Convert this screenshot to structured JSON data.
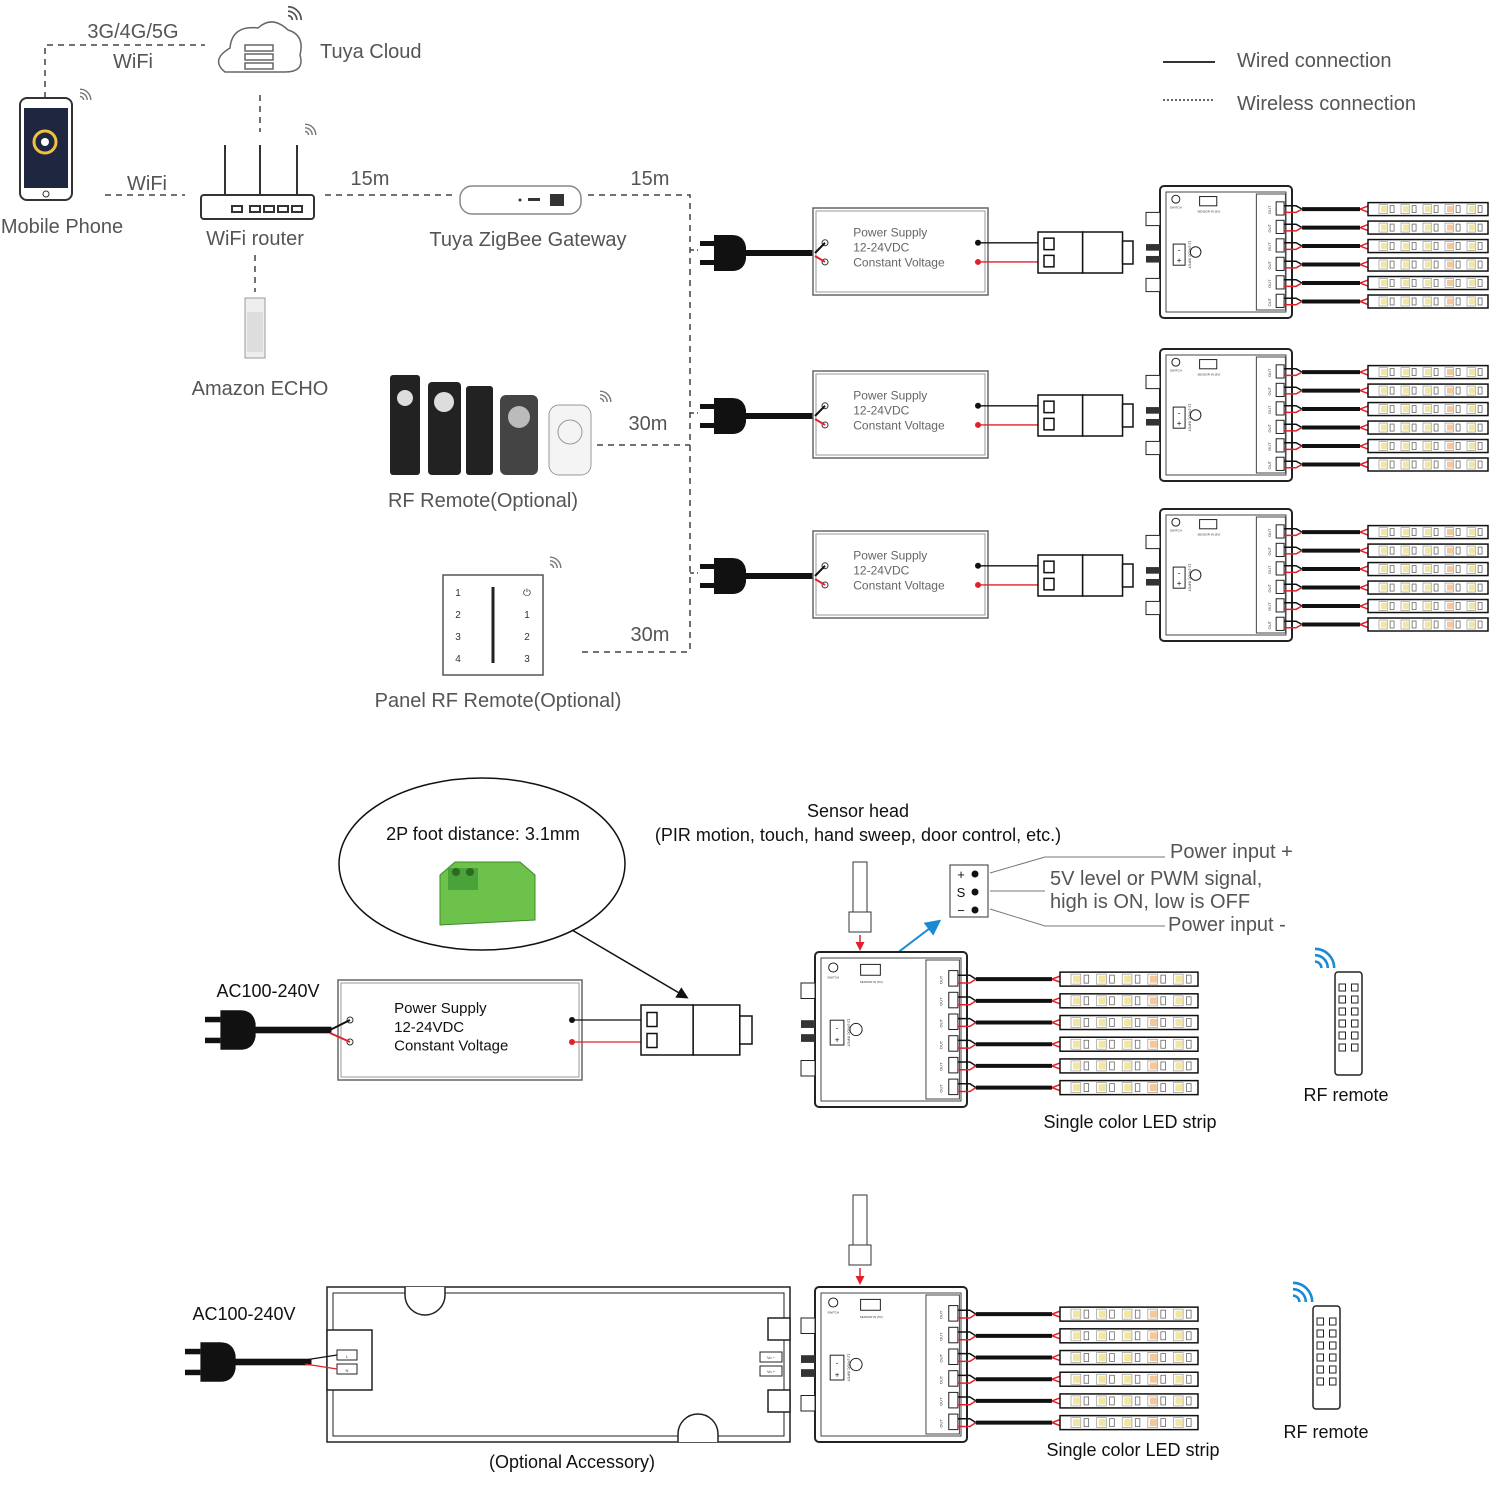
{
  "legend": {
    "wired": "Wired connection",
    "wireless": "Wireless connection"
  },
  "network": {
    "mobile_network": "3G/4G/5G",
    "mobile_wifi": "WiFi",
    "cloud": "Tuya Cloud",
    "phone": "Mobile Phone",
    "phone_wifi": "WiFi",
    "router": "WiFi router",
    "gateway": "Tuya ZigBee Gateway",
    "dist_router_gateway": "15m",
    "dist_gateway_bus": "15m",
    "echo": "Amazon ECHO",
    "rf_remote": "RF Remote(Optional)",
    "dist_rf_remote": "30m",
    "panel_remote": "Panel RF Remote(Optional)",
    "dist_panel_remote": "30m",
    "panel_left_keys": [
      "1",
      "2",
      "3",
      "4"
    ],
    "panel_right_keys": [
      "⏻",
      "1",
      "2",
      "3"
    ]
  },
  "power_supply": {
    "line1": "Power Supply",
    "line2": "12-24VDC",
    "line3": "Constant Voltage"
  },
  "controller": {
    "switch": "SWITCH",
    "sensor_in": "SENSOR IN (5V)",
    "input": "12-24VDC INPUT",
    "out": "OUT",
    "minus": "-",
    "plus": "+"
  },
  "sensor_detail": {
    "foot_distance": "2P foot distance: 3.1mm",
    "sensor_head": "Sensor head",
    "sensor_types": "(PIR motion, touch, hand sweep, door control, etc.)",
    "pins": [
      "+",
      "S",
      "−"
    ],
    "power_plus": "Power input +",
    "signal_line1": "5V level or PWM signal,",
    "signal_line2": "high is ON, low is OFF",
    "power_minus": "Power input -"
  },
  "wiring1": {
    "ac": "AC100-240V",
    "strip": "Single color LED strip",
    "remote": "RF remote"
  },
  "wiring2": {
    "ac": "AC100-240V",
    "accessory": "(Optional Accessory)",
    "terminal_l": "L",
    "terminal_n": "N",
    "vo_minus": "Vo −",
    "vo_plus": "Vo +",
    "strip": "Single color LED strip",
    "remote": "RF remote"
  },
  "colors": {
    "wire_red": "#e0202a",
    "wire_black": "#111111",
    "wireless_blue": "#1a8ad4",
    "terminal_green": "#6cc24a",
    "label_gray": "#555555"
  }
}
